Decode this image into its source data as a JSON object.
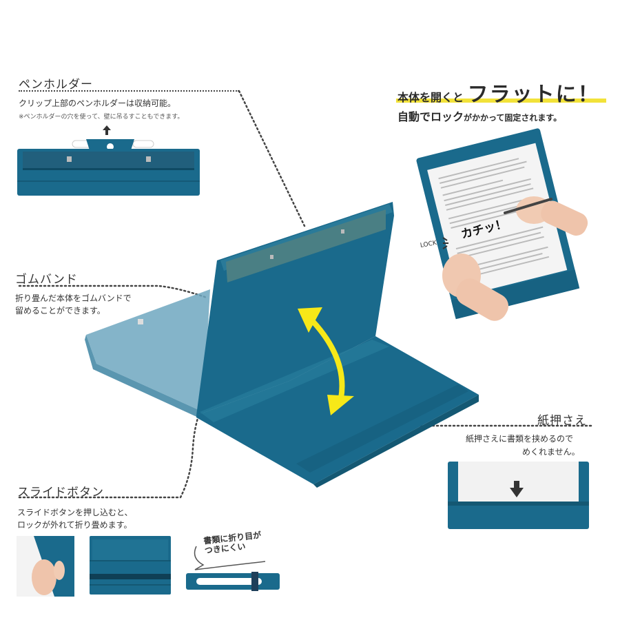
{
  "colors": {
    "product_teal": "#1a6a8c",
    "product_teal_dark": "#145873",
    "product_teal_light": "#5a9ab5",
    "arrow_yellow": "#f7e818",
    "highlight_yellow": "#f2e23a",
    "text": "#333333",
    "dots": "#444444"
  },
  "pen_holder": {
    "heading": "ペンホルダー",
    "description": "クリップ上部のペンホルダーは収納可能。",
    "note": "※ペンホルダーの穴を使って、壁に吊るすこともできます。",
    "icon": "arrow-up-icon"
  },
  "flat_feature": {
    "title_prefix": "本体を開くと",
    "title_emphasis": "フラットに！",
    "subtitle_bold1": "自動で",
    "subtitle_bold2": "ロック",
    "subtitle_rest": "がかかって固定されます。",
    "lock_label": "LOCK",
    "sound_effect": "カチッ！"
  },
  "rubber_band": {
    "heading": "ゴムバンド",
    "line1": "折り畳んだ本体をゴムバンドで",
    "line2": "留めることができます。"
  },
  "paper_holder": {
    "heading": "紙押さえ",
    "line1": "紙押さえに書類を挟めるので",
    "line2": "めくれません。",
    "icon": "arrow-down-icon"
  },
  "slide_button": {
    "heading": "スライドボタン",
    "line1": "スライドボタンを押し込むと、",
    "line2": "ロックが外れて折り畳めます。"
  },
  "speech_bubble": {
    "line1": "書類に折り目が",
    "line2": "つきにくい"
  },
  "main_illustration": {
    "icon": "double-curved-arrow-icon"
  }
}
